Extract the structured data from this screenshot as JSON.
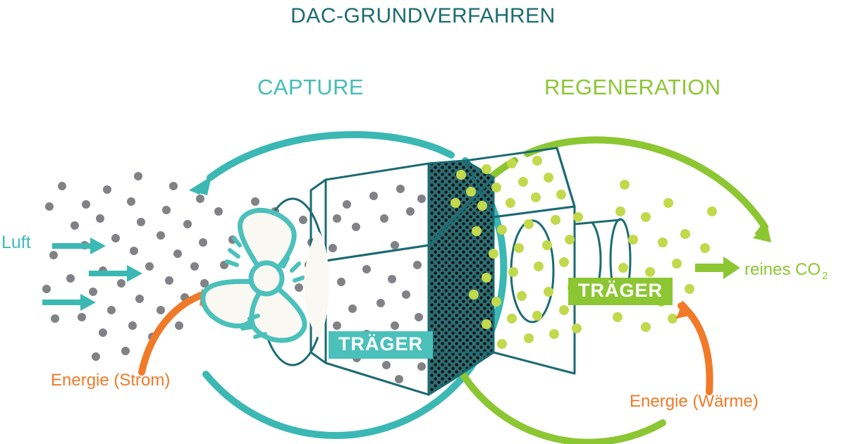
{
  "title": "DAC-GRUNDVERFAHREN",
  "headings": {
    "capture": "CAPTURE",
    "regeneration": "REGENERATION"
  },
  "labels": {
    "air_input": "Luft",
    "energy_electric": "Energie (Strom)",
    "energy_heat": "Energie (Wärme)",
    "co2_output": "reines CO",
    "co2_subscript": "2"
  },
  "badges": {
    "capture_sorbent": "TRÄGER",
    "regeneration_sorbent": "TRÄGER"
  },
  "colors": {
    "title_teal": "#1b6b72",
    "capture_teal": "#44bdb8",
    "regeneration_green": "#8cc733",
    "energy_orange": "#f07a28",
    "outline_dark_teal": "#1b6b72",
    "air_dot_gray": "#808285",
    "co2_dot_green": "#c2d94b",
    "membrane_fill": "#2c6e74",
    "fan_fill": "#faf8f2",
    "background": "#ffffff"
  },
  "diagram": {
    "type": "process-flow",
    "stages": [
      {
        "name": "capture",
        "heading": "CAPTURE",
        "input": "Luft",
        "energy": "Energie (Strom)",
        "medium": "TRÄGER",
        "accent": "#44bdb8",
        "particles": "air (gray dots)"
      },
      {
        "name": "regeneration",
        "heading": "REGENERATION",
        "output": "reines CO2",
        "energy": "Energie (Wärme)",
        "medium": "TRÄGER",
        "accent": "#8cc733",
        "particles": "pure CO2 (green dots)"
      }
    ],
    "elements": [
      "fan-icon",
      "capture-chamber-box",
      "sorbent-membrane-panel",
      "regeneration-chamber-box",
      "outlet-duct",
      "capture-cycle-arc",
      "regeneration-cycle-arc",
      "air-inlet-arrows",
      "co2-outlet-arrow",
      "electric-energy-arrow",
      "heat-energy-arrow"
    ]
  }
}
